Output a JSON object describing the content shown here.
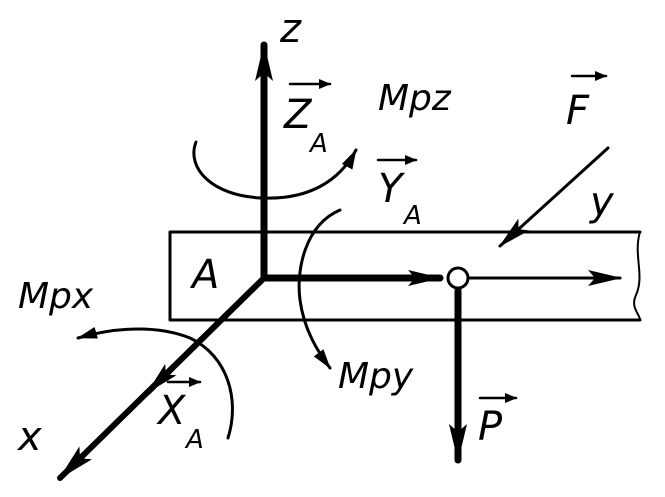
{
  "labels": {
    "axis_z": "z",
    "axis_y": "y",
    "axis_x": "x",
    "point_a": "A",
    "force_z": "Z",
    "force_z_sub": "A",
    "force_y": "Y",
    "force_y_sub": "A",
    "force_x": "X",
    "force_x_sub": "A",
    "force_f": "F",
    "force_p": "P",
    "moment_z": "Mpz",
    "moment_y": "Mpy",
    "moment_x": "Mpx"
  },
  "colors": {
    "ink": "#000000",
    "background": "#ffffff"
  }
}
